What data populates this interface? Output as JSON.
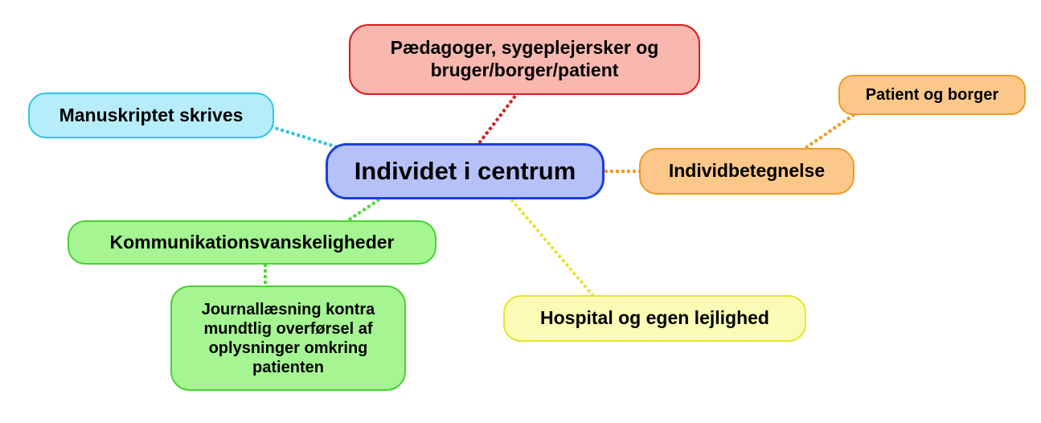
{
  "colors": {
    "center": {
      "fill": "#b7c1f9",
      "stroke": "#1a3fdd"
    },
    "red": {
      "fill": "#f8b8b0",
      "stroke": "#dd1b1b",
      "link": "#d42020"
    },
    "cyan": {
      "fill": "#b7ecfa",
      "stroke": "#2dc5e4",
      "link": "#33c3dc"
    },
    "orange": {
      "fill": "#fcc88a",
      "stroke": "#ee9a26",
      "link": "#ee9b27"
    },
    "green": {
      "fill": "#a6f593",
      "stroke": "#47d233",
      "link": "#4fd83a"
    },
    "yellow": {
      "fill": "#fbfbb6",
      "stroke": "#e6e426",
      "link": "#e8e33a"
    }
  },
  "nodes": {
    "center": {
      "label": "Individet i centrum"
    },
    "staff": {
      "label": "Pædagoger, sygeplejersker og bruger/borger/patient"
    },
    "manuscript": {
      "label": "Manuskriptet skrives"
    },
    "designation": {
      "label": "Individbetegnelse"
    },
    "patient_citizen": {
      "label": "Patient og borger"
    },
    "communication": {
      "label": "Kommunikationsvanskeligheder"
    },
    "record_reading": {
      "label": "Journallæsning kontra mundtlig overførsel af oplysninger omkring patienten"
    },
    "hospital": {
      "label": "Hospital og egen lejlighed"
    }
  }
}
